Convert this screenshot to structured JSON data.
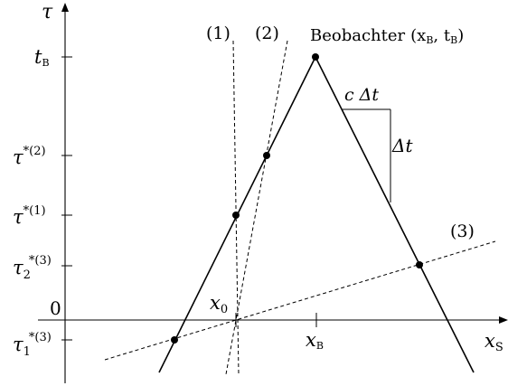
{
  "axes": {
    "y_axis_label": "τ",
    "x_axis_label": "x",
    "x_axis_sub": "S",
    "origin_label": "0"
  },
  "observer": {
    "label_word": "Beobachter",
    "coord_text": "(x",
    "coord_sub1": "B",
    "coord_mid": ", t",
    "coord_sub2": "B",
    "coord_end": ")"
  },
  "y_ticks": {
    "tB_main": "t",
    "tB_sub": "B",
    "tau2_main": "τ",
    "tau2_sup": "*(2)",
    "tau1_main": "τ",
    "tau1_sup": "*(1)",
    "tau23_main": "τ",
    "tau23_sub": "2",
    "tau23_sup": "*(3)",
    "tau13_main": "τ",
    "tau13_sub": "1",
    "tau13_sup": "*(3)"
  },
  "x_ticks": {
    "x0_main": "x",
    "x0_sub": "0",
    "xB_main": "x",
    "xB_sub": "B"
  },
  "line_labels": {
    "line1": "(1)",
    "line2": "(2)",
    "line3": "(3)"
  },
  "slope_triangle": {
    "horizontal_label": "c Δt",
    "vertical_label": "Δt"
  }
}
